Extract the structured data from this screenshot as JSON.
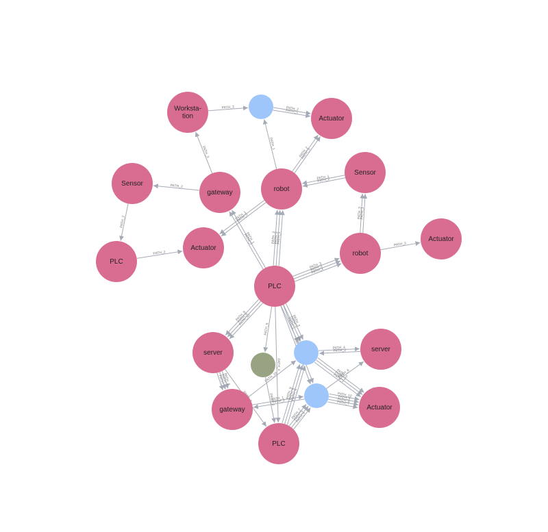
{
  "colors": {
    "device": "#d96c91",
    "hub": "#9ec6fb",
    "other": "#97a382",
    "edge": "#a5abb6"
  },
  "nodes": [
    {
      "id": "workstation",
      "label": "Worksta-\ntion",
      "kind": "device"
    },
    {
      "id": "hub_top",
      "label": "",
      "kind": "hub"
    },
    {
      "id": "actuator_top",
      "label": "Actuator",
      "kind": "device"
    },
    {
      "id": "sensor_left",
      "label": "Sensor",
      "kind": "device"
    },
    {
      "id": "gateway_top",
      "label": "gateway",
      "kind": "device"
    },
    {
      "id": "robot_top",
      "label": "robot",
      "kind": "device"
    },
    {
      "id": "sensor_right",
      "label": "Sensor",
      "kind": "device"
    },
    {
      "id": "plc_left",
      "label": "PLC",
      "kind": "device"
    },
    {
      "id": "actuator_mid",
      "label": "Actuator",
      "kind": "device"
    },
    {
      "id": "robot_right",
      "label": "robot",
      "kind": "device"
    },
    {
      "id": "actuator_right",
      "label": "Actuator",
      "kind": "device"
    },
    {
      "id": "plc_center",
      "label": "PLC",
      "kind": "device"
    },
    {
      "id": "server_left",
      "label": "server",
      "kind": "device"
    },
    {
      "id": "other_green",
      "label": "",
      "kind": "other"
    },
    {
      "id": "hub_mid",
      "label": "",
      "kind": "hub"
    },
    {
      "id": "server_right",
      "label": "server",
      "kind": "device"
    },
    {
      "id": "hub_low",
      "label": "",
      "kind": "hub"
    },
    {
      "id": "gateway_bottom",
      "label": "gateway",
      "kind": "device"
    },
    {
      "id": "actuator_bottom",
      "label": "Actuator",
      "kind": "device"
    },
    {
      "id": "plc_bottom",
      "label": "PLC",
      "kind": "device"
    }
  ],
  "edges": [
    {
      "from": "workstation",
      "to": "hub_top",
      "label": "PATH_3"
    },
    {
      "from": "hub_top",
      "to": "actuator_top",
      "label": "PATH_1"
    },
    {
      "from": "hub_top",
      "to": "actuator_top",
      "label": "PATH_2"
    },
    {
      "from": "robot_top",
      "to": "hub_top",
      "label": "PATH_1"
    },
    {
      "from": "robot_top",
      "to": "actuator_top",
      "label": "PATH_3"
    },
    {
      "from": "robot_top",
      "to": "actuator_top",
      "label": "PATH_2"
    },
    {
      "from": "gateway_top",
      "to": "workstation",
      "label": "PATH_3"
    },
    {
      "from": "gateway_top",
      "to": "sensor_left",
      "label": "PATH_2"
    },
    {
      "from": "sensor_right",
      "to": "robot_top",
      "label": "PATH_1"
    },
    {
      "from": "sensor_right",
      "to": "robot_top",
      "label": "PATH_2"
    },
    {
      "from": "sensor_left",
      "to": "plc_left",
      "label": "PATH_2"
    },
    {
      "from": "plc_left",
      "to": "actuator_mid",
      "label": "PATH_2"
    },
    {
      "from": "robot_top",
      "to": "actuator_mid",
      "label": "PATH_1"
    },
    {
      "from": "robot_top",
      "to": "actuator_mid",
      "label": "PATH_2"
    },
    {
      "from": "robot_right",
      "to": "sensor_right",
      "label": "PATH_3"
    },
    {
      "from": "robot_right",
      "to": "sensor_right",
      "label": "PATH_1"
    },
    {
      "from": "robot_right",
      "to": "actuator_right",
      "label": "PATH_3"
    },
    {
      "from": "plc_center",
      "to": "gateway_top",
      "label": "PATH_1"
    },
    {
      "from": "plc_center",
      "to": "gateway_top",
      "label": "PATH_2"
    },
    {
      "from": "plc_center",
      "to": "robot_top",
      "label": "PATH_3"
    },
    {
      "from": "plc_center",
      "to": "robot_top",
      "label": "PATH_2"
    },
    {
      "from": "plc_center",
      "to": "robot_top",
      "label": "PATH_1"
    },
    {
      "from": "plc_center",
      "to": "robot_right",
      "label": "PATH_3"
    },
    {
      "from": "plc_center",
      "to": "robot_right",
      "label": "PATH_2"
    },
    {
      "from": "plc_center",
      "to": "robot_right",
      "label": "PATH_1"
    },
    {
      "from": "plc_center",
      "to": "server_left",
      "label": "PATH_10"
    },
    {
      "from": "plc_center",
      "to": "server_left",
      "label": "PATH_8"
    },
    {
      "from": "plc_center",
      "to": "server_left",
      "label": "PATH_9"
    },
    {
      "from": "plc_center",
      "to": "other_green",
      "label": "PATH_6"
    },
    {
      "from": "plc_center",
      "to": "plc_bottom",
      "label": "PATH_4"
    },
    {
      "from": "plc_center",
      "to": "hub_mid",
      "label": "PATH_1"
    },
    {
      "from": "plc_center",
      "to": "hub_mid",
      "label": "PATH_2"
    },
    {
      "from": "plc_center",
      "to": "hub_mid",
      "label": "PATH_3"
    },
    {
      "from": "plc_center",
      "to": "hub_low",
      "label": "PATH_5"
    },
    {
      "from": "plc_center",
      "to": "hub_low",
      "label": "PATH_7"
    },
    {
      "from": "hub_mid",
      "to": "server_right",
      "label": "PATH_4"
    },
    {
      "from": "server_right",
      "to": "hub_mid",
      "label": "PATH_2"
    },
    {
      "from": "hub_mid",
      "to": "actuator_bottom",
      "label": "PATH_1"
    },
    {
      "from": "hub_mid",
      "to": "actuator_bottom",
      "label": "PATH_3"
    },
    {
      "from": "hub_mid",
      "to": "actuator_bottom",
      "label": "PATH_5"
    },
    {
      "from": "hub_low",
      "to": "server_right",
      "label": "PATH_6"
    },
    {
      "from": "hub_low",
      "to": "actuator_bottom",
      "label": "PATH_7"
    },
    {
      "from": "hub_low",
      "to": "actuator_bottom",
      "label": "PATH_8"
    },
    {
      "from": "hub_low",
      "to": "actuator_bottom",
      "label": "PATH_9"
    },
    {
      "from": "hub_low",
      "to": "actuator_bottom",
      "label": "PATH_10"
    },
    {
      "from": "server_left",
      "to": "gateway_bottom",
      "label": "PATH_1"
    },
    {
      "from": "server_left",
      "to": "gateway_bottom",
      "label": "PATH_2"
    },
    {
      "from": "server_left",
      "to": "gateway_bottom",
      "label": "PATH_3"
    },
    {
      "from": "gateway_bottom",
      "to": "hub_mid",
      "label": "PATH_10"
    },
    {
      "from": "gateway_bottom",
      "to": "hub_low",
      "label": "PATH_1"
    },
    {
      "from": "hub_low",
      "to": "gateway_bottom",
      "label": "PATH_2"
    },
    {
      "from": "server_left",
      "to": "plc_bottom",
      "label": "PATH_3"
    },
    {
      "from": "other_green",
      "to": "plc_bottom",
      "label": "PATH_5"
    },
    {
      "from": "plc_bottom",
      "to": "hub_mid",
      "label": "PATH_6"
    },
    {
      "from": "plc_bottom",
      "to": "hub_mid",
      "label": "PATH_8"
    },
    {
      "from": "plc_bottom",
      "to": "hub_mid",
      "label": "PATH_9"
    },
    {
      "from": "plc_bottom",
      "to": "hub_low",
      "label": "PATH_4"
    },
    {
      "from": "plc_bottom",
      "to": "hub_low",
      "label": "PATH_5"
    },
    {
      "from": "plc_bottom",
      "to": "hub_low",
      "label": "PATH_7"
    }
  ]
}
